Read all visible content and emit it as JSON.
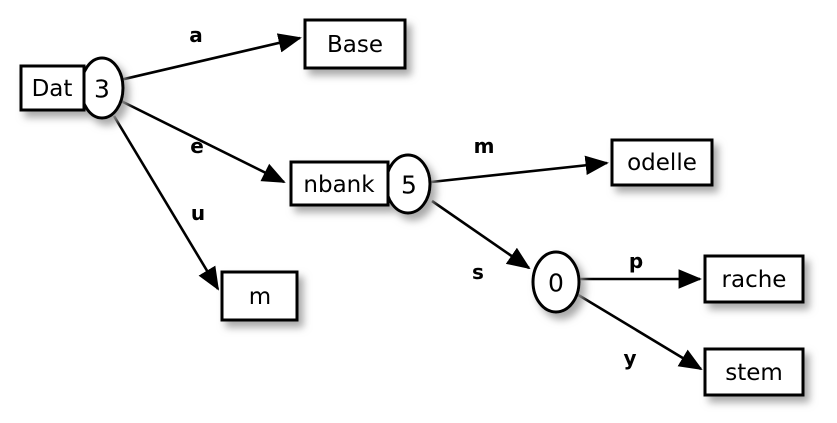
{
  "diagram": {
    "type": "directed-graph",
    "background_color": "#ffffff",
    "stroke_color": "#000000",
    "shadow_color": "#b9b9b9",
    "nodes": [
      {
        "id": "n3",
        "shape": "box-ellipse",
        "box_label": "Dat",
        "ellipse_label": "3"
      },
      {
        "id": "base",
        "shape": "box",
        "box_label": "Base",
        "ellipse_label": ""
      },
      {
        "id": "n5",
        "shape": "box-ellipse",
        "box_label": "nbank",
        "ellipse_label": "5"
      },
      {
        "id": "m",
        "shape": "box",
        "box_label": "m",
        "ellipse_label": ""
      },
      {
        "id": "odelle",
        "shape": "box",
        "box_label": "odelle",
        "ellipse_label": ""
      },
      {
        "id": "n0",
        "shape": "ellipse",
        "box_label": "",
        "ellipse_label": "0"
      },
      {
        "id": "rache",
        "shape": "box",
        "box_label": "rache",
        "ellipse_label": ""
      },
      {
        "id": "stem",
        "shape": "box",
        "box_label": "stem",
        "ellipse_label": ""
      }
    ],
    "edges": [
      {
        "from": "n3",
        "to": "base",
        "label": "a"
      },
      {
        "from": "n3",
        "to": "n5",
        "label": "e"
      },
      {
        "from": "n3",
        "to": "m",
        "label": "u"
      },
      {
        "from": "n5",
        "to": "odelle",
        "label": "m"
      },
      {
        "from": "n5",
        "to": "n0",
        "label": "s"
      },
      {
        "from": "n0",
        "to": "rache",
        "label": "p"
      },
      {
        "from": "n0",
        "to": "stem",
        "label": "y"
      }
    ]
  }
}
